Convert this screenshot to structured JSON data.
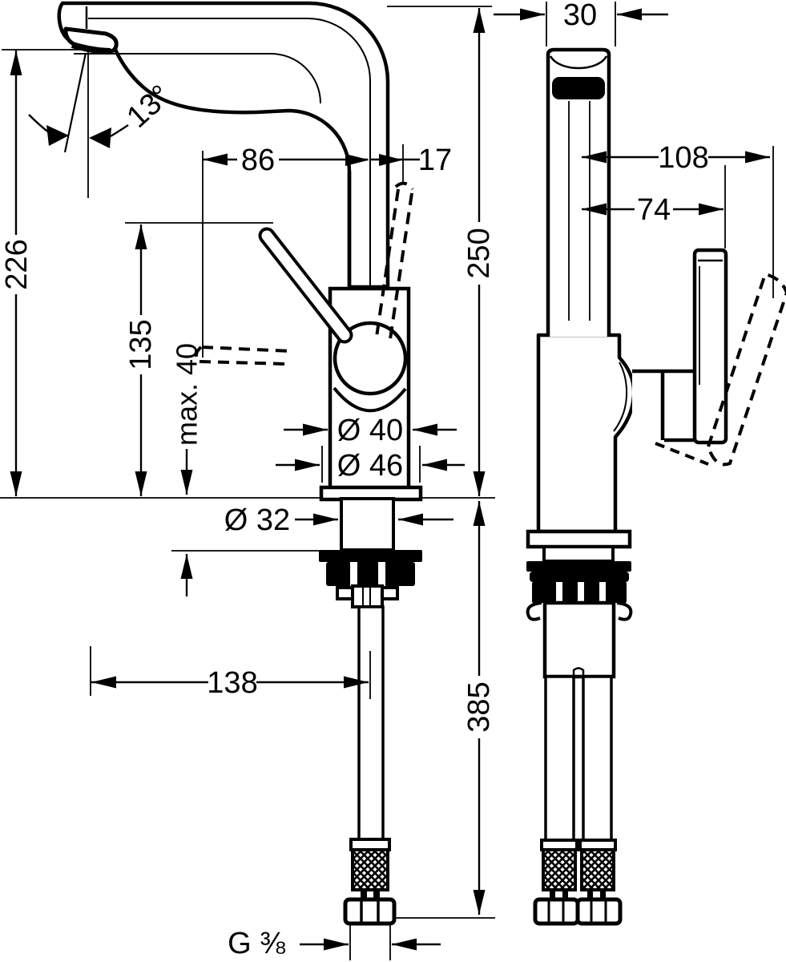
{
  "drawing": {
    "colors": {
      "line": "#000000",
      "background": "#ffffff"
    },
    "labels": {
      "angle_13": "13°",
      "dim_226": "226",
      "dim_135": "135",
      "dim_max40": "max. 40",
      "dim_86": "86",
      "dim_17": "17",
      "dim_250": "250",
      "dim_385": "385",
      "dia_40": "Ø 40",
      "dia_46": "Ø 46",
      "dia_32": "Ø 32",
      "dim_138": "138",
      "dim_30": "30",
      "dim_108": "108",
      "dim_74": "74",
      "thread": "G ⅜"
    }
  }
}
